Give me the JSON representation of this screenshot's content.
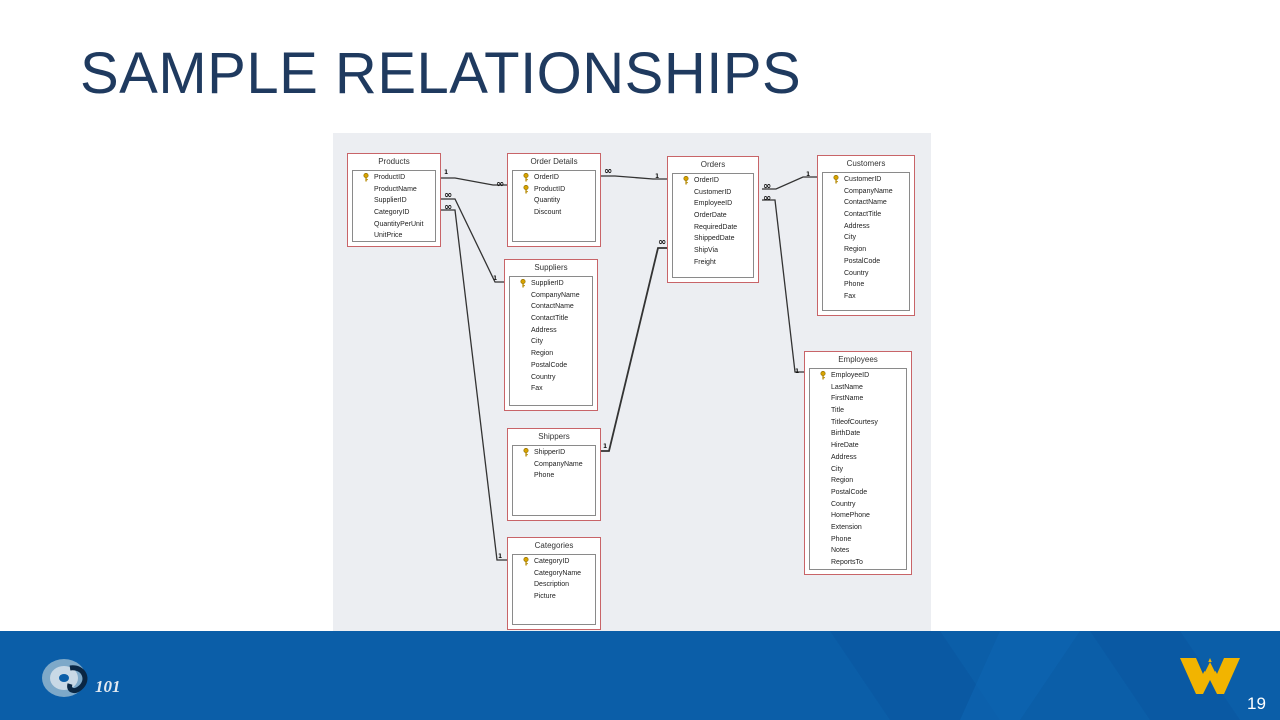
{
  "slide": {
    "title": "SAMPLE RELATIONSHIPS",
    "page_number": "19",
    "logo_text": "101",
    "colors": {
      "title": "#1f3a5f",
      "footer": "#0b5ea8",
      "table_border": "#c86468",
      "diagram_bg": "#eceef2",
      "wv_gold": "#f2b400"
    }
  },
  "diagram": {
    "tables": [
      {
        "name": "Products",
        "fields": [
          "ProductID",
          "ProductName",
          "SupplierID",
          "CategoryID",
          "QuantityPerUnit",
          "UnitPrice"
        ],
        "keys": [
          0
        ]
      },
      {
        "name": "Order Details",
        "fields": [
          "OrderID",
          "ProductID",
          "Quantity",
          "Discount"
        ],
        "keys": [
          0,
          1
        ]
      },
      {
        "name": "Orders",
        "fields": [
          "OrderID",
          "CustomerID",
          "EmployeeID",
          "OrderDate",
          "RequiredDate",
          "ShippedDate",
          "ShipVia",
          "Freight"
        ],
        "keys": [
          0
        ]
      },
      {
        "name": "Customers",
        "fields": [
          "CustomerID",
          "CompanyName",
          "ContactName",
          "ContactTitle",
          "Address",
          "City",
          "Region",
          "PostalCode",
          "Country",
          "Phone",
          "Fax"
        ],
        "keys": [
          0
        ]
      },
      {
        "name": "Suppliers",
        "fields": [
          "SupplierID",
          "CompanyName",
          "ContactName",
          "ContactTitle",
          "Address",
          "City",
          "Region",
          "PostalCode",
          "Country",
          "Fax"
        ],
        "keys": [
          0
        ]
      },
      {
        "name": "Shippers",
        "fields": [
          "ShipperID",
          "CompanyName",
          "Phone"
        ],
        "keys": [
          0
        ]
      },
      {
        "name": "Categories",
        "fields": [
          "CategoryID",
          "CategoryName",
          "Description",
          "Picture"
        ],
        "keys": [
          0
        ]
      },
      {
        "name": "Employees",
        "fields": [
          "EmployeeID",
          "LastName",
          "FirstName",
          "Title",
          "TitleofCourtesy",
          "BirthDate",
          "HireDate",
          "Address",
          "City",
          "Region",
          "PostalCode",
          "Country",
          "HomePhone",
          "Extension",
          "Phone",
          "Notes",
          "ReportsTo"
        ],
        "keys": [
          0
        ]
      }
    ],
    "relationships": [
      {
        "from": "Products",
        "to": "Order Details",
        "one": "1",
        "many": "∞"
      },
      {
        "from": "Orders",
        "to": "Order Details",
        "one": "1",
        "many": "∞"
      },
      {
        "from": "Customers",
        "to": "Orders",
        "one": "1",
        "many": "∞"
      },
      {
        "from": "Employees",
        "to": "Orders",
        "one": "1",
        "many": "∞"
      },
      {
        "from": "Suppliers",
        "to": "Products",
        "one": "1",
        "many": "∞"
      },
      {
        "from": "Categories",
        "to": "Products",
        "one": "1",
        "many": "∞"
      },
      {
        "from": "Shippers",
        "to": "Orders",
        "one": "1",
        "many": "∞"
      }
    ]
  }
}
